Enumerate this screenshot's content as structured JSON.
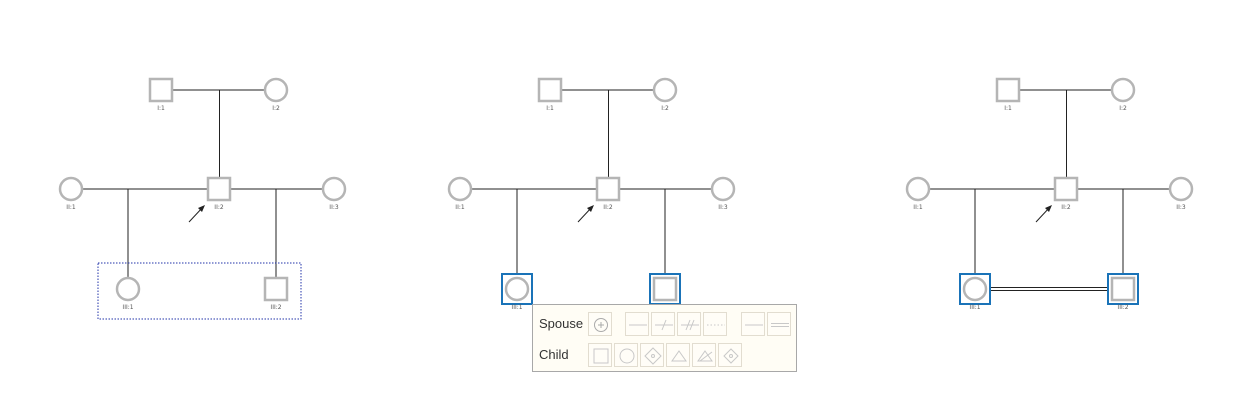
{
  "colors": {
    "symbol_stroke": "#b5b5b5",
    "line": "#222222",
    "selected": "#1a73b8",
    "selection_box": "#2233aa",
    "menu_bg": "#fffdf5",
    "menu_icon": "#c8c8c8"
  },
  "panels": [
    {
      "id": "left",
      "selection_box": true,
      "individuals": [
        {
          "label": "I:1",
          "shape": "square",
          "selected": false
        },
        {
          "label": "I:2",
          "shape": "circle",
          "selected": false
        },
        {
          "label": "II:1",
          "shape": "circle",
          "selected": false
        },
        {
          "label": "II:2",
          "shape": "square",
          "selected": false,
          "proband": true
        },
        {
          "label": "II:3",
          "shape": "circle",
          "selected": false
        },
        {
          "label": "III:1",
          "shape": "circle",
          "selected": false
        },
        {
          "label": "III:2",
          "shape": "square",
          "selected": false
        }
      ]
    },
    {
      "id": "middle",
      "selection_box": false,
      "individuals": [
        {
          "label": "I:1",
          "shape": "square",
          "selected": false
        },
        {
          "label": "I:2",
          "shape": "circle",
          "selected": false
        },
        {
          "label": "II:1",
          "shape": "circle",
          "selected": false
        },
        {
          "label": "II:2",
          "shape": "square",
          "selected": false,
          "proband": true
        },
        {
          "label": "II:3",
          "shape": "circle",
          "selected": false
        },
        {
          "label": "III:1",
          "shape": "circle",
          "selected": true
        },
        {
          "label": "",
          "shape": "square",
          "selected": true
        }
      ]
    },
    {
      "id": "right",
      "selection_box": false,
      "consanguineous_link": true,
      "individuals": [
        {
          "label": "I:1",
          "shape": "square",
          "selected": false
        },
        {
          "label": "I:2",
          "shape": "circle",
          "selected": false
        },
        {
          "label": "II:1",
          "shape": "circle",
          "selected": false
        },
        {
          "label": "II:2",
          "shape": "square",
          "selected": false,
          "proband": true
        },
        {
          "label": "II:3",
          "shape": "circle",
          "selected": false
        },
        {
          "label": "III:1",
          "shape": "circle",
          "selected": true
        },
        {
          "label": "III:2",
          "shape": "square",
          "selected": true
        }
      ]
    }
  ],
  "menu": {
    "spouse_label": "Spouse",
    "child_label": "Child",
    "spouse_tools": [
      "add-circle-icon",
      "line-solid-icon",
      "line-single-slash-icon",
      "line-double-slash-icon",
      "line-dotted-icon",
      "line-single-icon",
      "line-double-icon"
    ],
    "child_tools": [
      "square-icon",
      "circle-icon",
      "diamond-icon",
      "triangle-icon",
      "triangle-slash-icon",
      "diamond-small-icon"
    ]
  }
}
